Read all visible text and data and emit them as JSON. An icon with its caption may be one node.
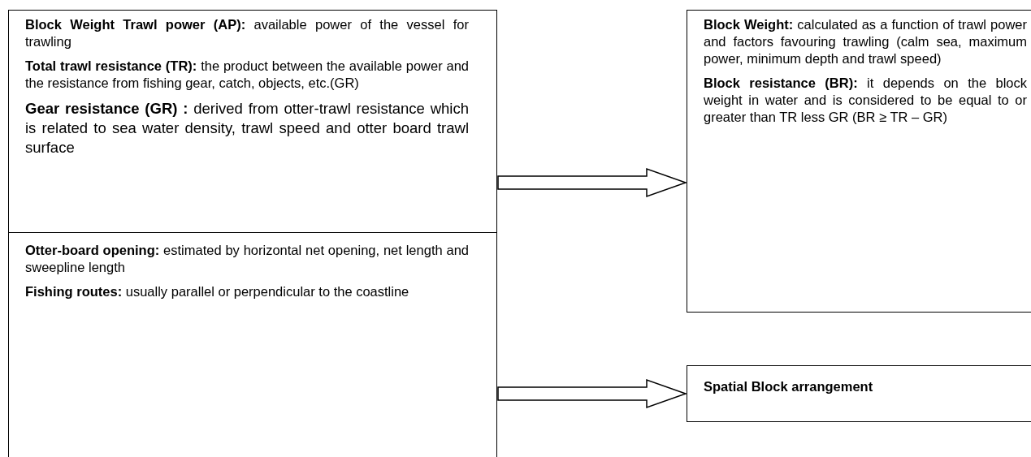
{
  "diagram": {
    "nodes": [
      {
        "text": [
          "**Block Weight Trawl power (AP):** available power of the vessel for trawling",
          "**Total trawl resistance (TR):** the product between the available power and the resistance from fishing gear, catch, objects, etc.(GR)",
          "**Gear resistance (GR) :** derived from otter-trawl resistance which is related to sea water density, trawl speed and otter board trawl surface"
        ]
      },
      {
        "text": [
          "**Block Weight:** calculated as a function of trawl power and factors favouring trawling (calm sea, maximum power, minimum depth and trawl speed)",
          "**Block resistance (BR):** it depends on the block weight in water and is considered to be equal to or greater than TR less GR (BR ≥ TR – GR)"
        ]
      },
      {
        "text": [
          "**Otter-board opening:** estimated by horizontal net opening, net length and sweepline length",
          "**Fishing routes:** usually parallel or perpendicular to the coastline"
        ]
      },
      {
        "text": [
          "Spatial Block arrangement"
        ]
      }
    ],
    "edges": [
      {
        "from": 0,
        "to": 1,
        "arrow": "to"
      },
      {
        "from": 2,
        "to": 3,
        "arrow": "to"
      }
    ]
  }
}
